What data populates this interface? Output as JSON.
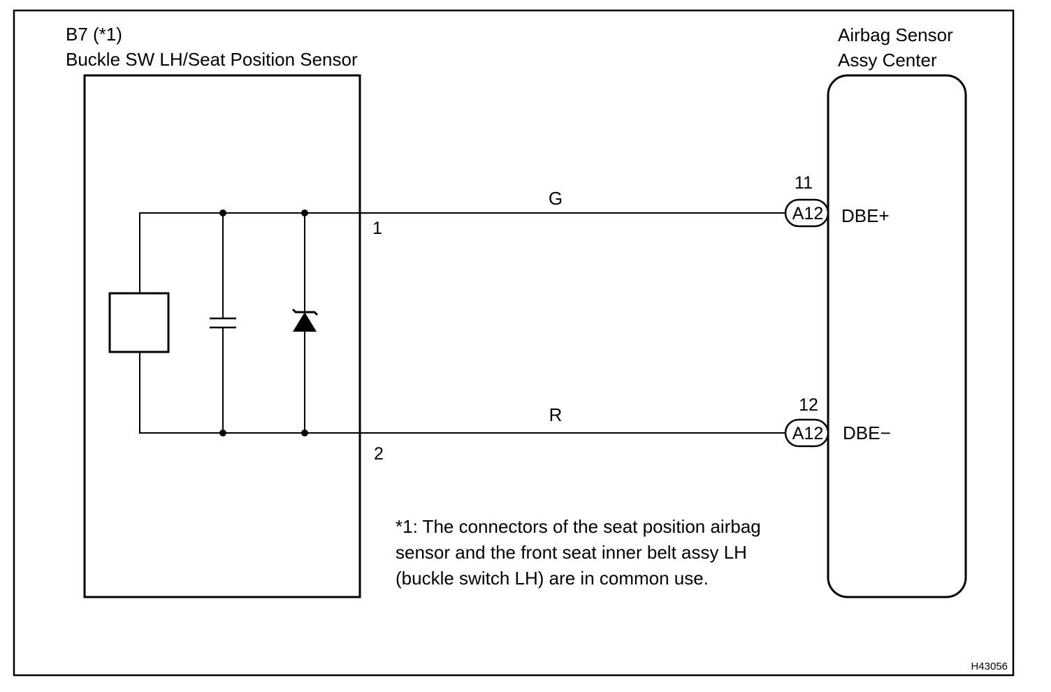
{
  "left_component": {
    "ref": "B7 (*1)",
    "name": "Buckle SW LH/Seat Position Sensor",
    "pins": [
      "1",
      "2"
    ]
  },
  "right_component": {
    "name_line1": "Airbag Sensor",
    "name_line2": "Assy Center",
    "connectors": [
      {
        "pin": "11",
        "connector": "A12",
        "signal": "DBE+"
      },
      {
        "pin": "12",
        "connector": "A12",
        "signal": "DBE−"
      }
    ]
  },
  "wires": [
    {
      "color": "G",
      "from_pin": "1",
      "to_pin": "11"
    },
    {
      "color": "R",
      "from_pin": "2",
      "to_pin": "12"
    }
  ],
  "internal_symbols": [
    "sensor-element",
    "capacitor",
    "zener-diode"
  ],
  "footnote": {
    "line1": "*1: The connectors of the seat position airbag",
    "line2": "sensor and the front seat inner belt assy LH",
    "line3": "(buckle switch LH) are in common use."
  },
  "figure_code": "H43056"
}
